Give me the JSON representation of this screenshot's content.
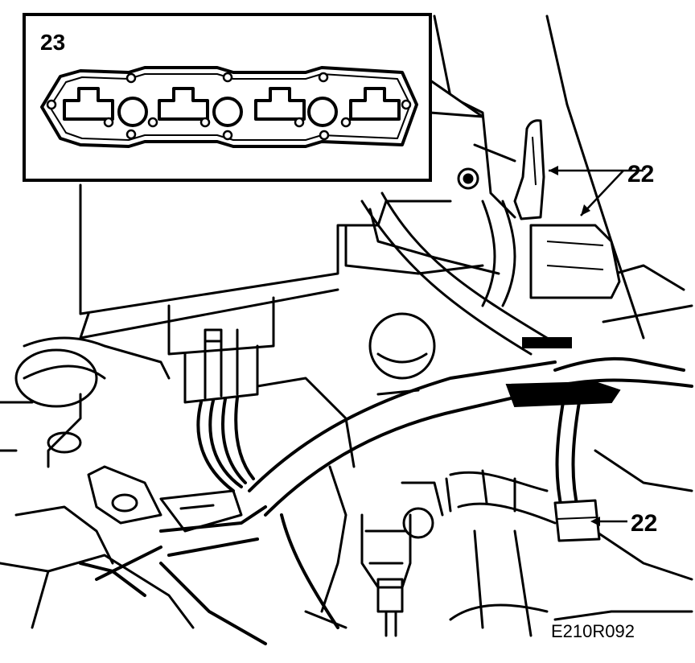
{
  "callouts": {
    "gasket": "23",
    "clip_upper": "22",
    "clip_lower": "22"
  },
  "figure_code": "E210R092",
  "colors": {
    "ink": "#000000",
    "paper": "#ffffff"
  }
}
